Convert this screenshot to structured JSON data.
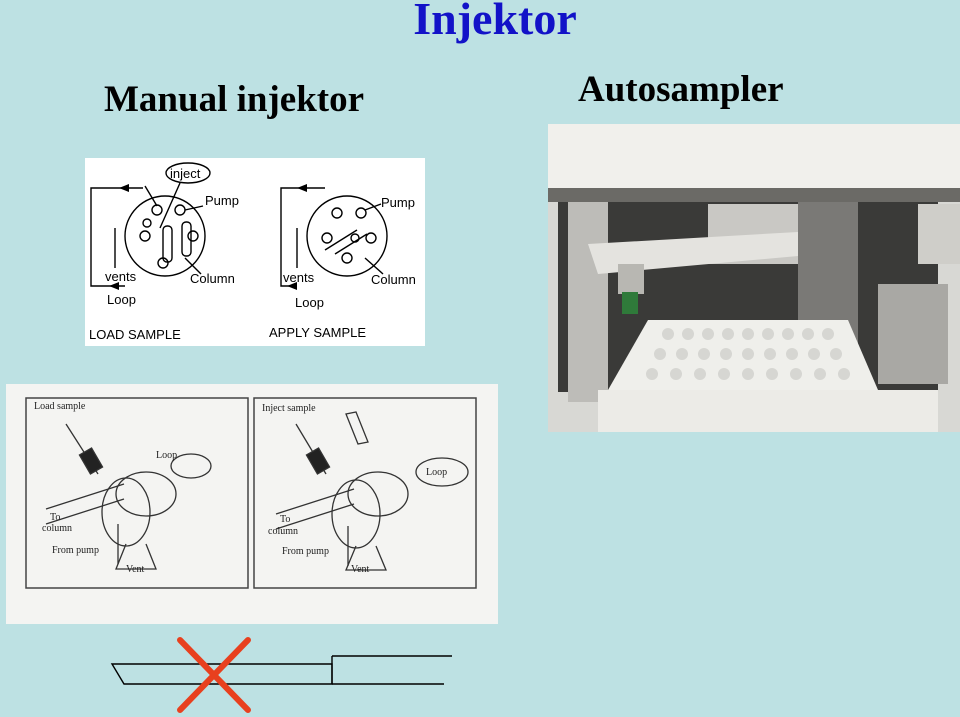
{
  "slide": {
    "title": "Injektor",
    "manual_heading": "Manual injektor",
    "auto_heading": "Autosampler"
  },
  "valve_diagram": {
    "load": {
      "inject": "inject",
      "pump": "Pump",
      "vents": "vents",
      "column": "Column",
      "loop": "Loop",
      "caption": "LOAD SAMPLE"
    },
    "apply": {
      "pump": "Pump",
      "vents": "vents",
      "column": "Column",
      "loop": "Loop",
      "caption": "APPLY SAMPLE"
    }
  },
  "valve_drawing": {
    "load": {
      "title": "Load sample",
      "loop": "Loop",
      "to": "To",
      "column": "column",
      "from_pump": "From pump",
      "vent": "Vent"
    },
    "inject": {
      "title": "Inject sample",
      "loop": "Loop",
      "to": "To",
      "column": "column",
      "from_pump": "From pump",
      "vent": "Vent"
    }
  },
  "colors": {
    "title": "#1212c8",
    "background": "#bde1e3",
    "cross": "#e8401e"
  }
}
